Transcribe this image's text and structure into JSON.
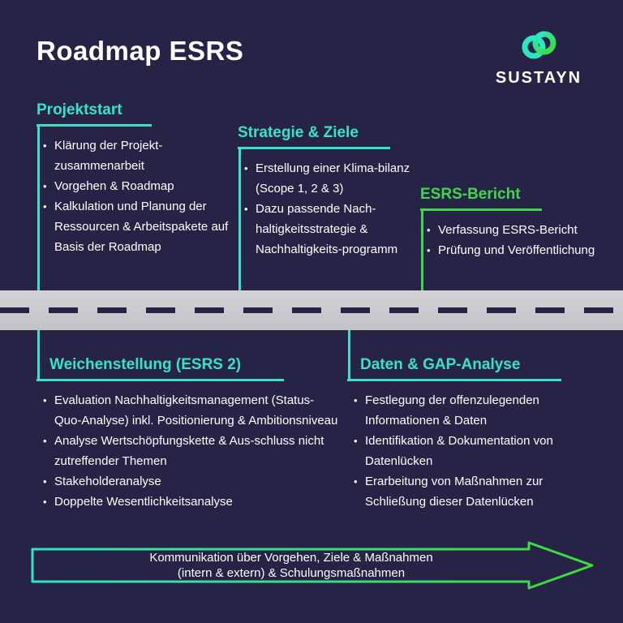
{
  "header": {
    "title": "Roadmap ESRS",
    "brand": "SUSTAYN"
  },
  "colors": {
    "background": "#272347",
    "teal": "#35E4C5",
    "green": "#3DD84A",
    "road_gray": "#C8C8CC",
    "text": "#FFFFFF"
  },
  "sections": [
    {
      "id": "projektstart",
      "title": "Projektstart",
      "position": "top",
      "bullets": [
        "Klärung der Projekt-zusammenarbeit",
        "Vorgehen & Roadmap",
        "Kalkulation und Planung der Ressourcen & Arbeitspakete auf Basis der Roadmap"
      ]
    },
    {
      "id": "strategie-ziele",
      "title": "Strategie & Ziele",
      "position": "top",
      "bullets": [
        "Erstellung einer Klima-bilanz (Scope 1, 2 & 3)",
        "Dazu passende Nach-haltigkeitsstrategie & Nachhaltigkeits-programm"
      ]
    },
    {
      "id": "esrs-bericht",
      "title": "ESRS-Bericht",
      "position": "top",
      "bullets": [
        "Verfassung ESRS-Bericht",
        "Prüfung und Veröffentlichung"
      ]
    },
    {
      "id": "weichenstellung",
      "title": "Weichenstellung (ESRS 2)",
      "position": "bottom",
      "bullets": [
        "Evaluation Nachhaltigkeitsmanagement (Status-Quo-Analyse) inkl. Positionierung & Ambitionsniveau",
        "Analyse Wertschöpfungskette & Aus-schluss nicht zutreffender Themen",
        "Stakeholderanalyse",
        "Doppelte Wesentlichkeitsanalyse"
      ]
    },
    {
      "id": "daten-gap",
      "title": "Daten & GAP-Analyse",
      "position": "bottom",
      "bullets": [
        "Festlegung der offenzulegenden Informationen & Daten",
        "Identifikation & Dokumentation von Datenlücken",
        "Erarbeitung von Maßnahmen zur Schließung dieser Datenlücken"
      ]
    }
  ],
  "banner": {
    "line1": "Kommunikation über Vorgehen, Ziele & Maßnahmen",
    "line2": "(intern & extern) & Schulungsmaßnahmen"
  }
}
